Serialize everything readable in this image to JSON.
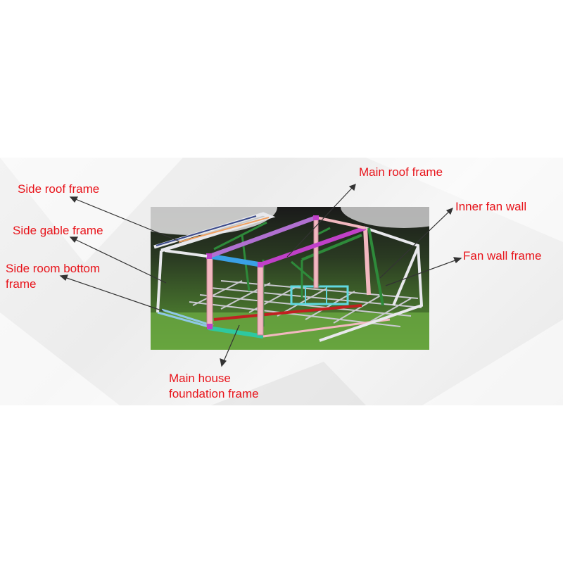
{
  "labels": {
    "side_roof_frame": "Side roof frame",
    "side_gable_frame": "Side gable frame",
    "side_room_bottom_frame": [
      "Side room bottom",
      "frame"
    ],
    "main_roof_frame": "Main roof frame",
    "inner_fan_wall": "Inner fan wall",
    "fan_wall_frame": "Fan wall frame",
    "main_house_foundation_frame": [
      "Main house",
      "foundation frame"
    ]
  },
  "colors": {
    "label_text": "#e8141b",
    "leader_line": "#333333",
    "background_green": "#4f8a2e",
    "background_dark": "#1e1e1e",
    "frame_white": "#e8e8ec",
    "frame_pink": "#f2b8c0",
    "frame_green": "#2e8a3a",
    "frame_blue": "#3aa0e6",
    "frame_magenta": "#c040c8",
    "frame_red": "#c02020",
    "frame_teal": "#2ec8a0",
    "frame_cyan": "#60d8e0",
    "frame_purple_roof": "#b070d0"
  }
}
